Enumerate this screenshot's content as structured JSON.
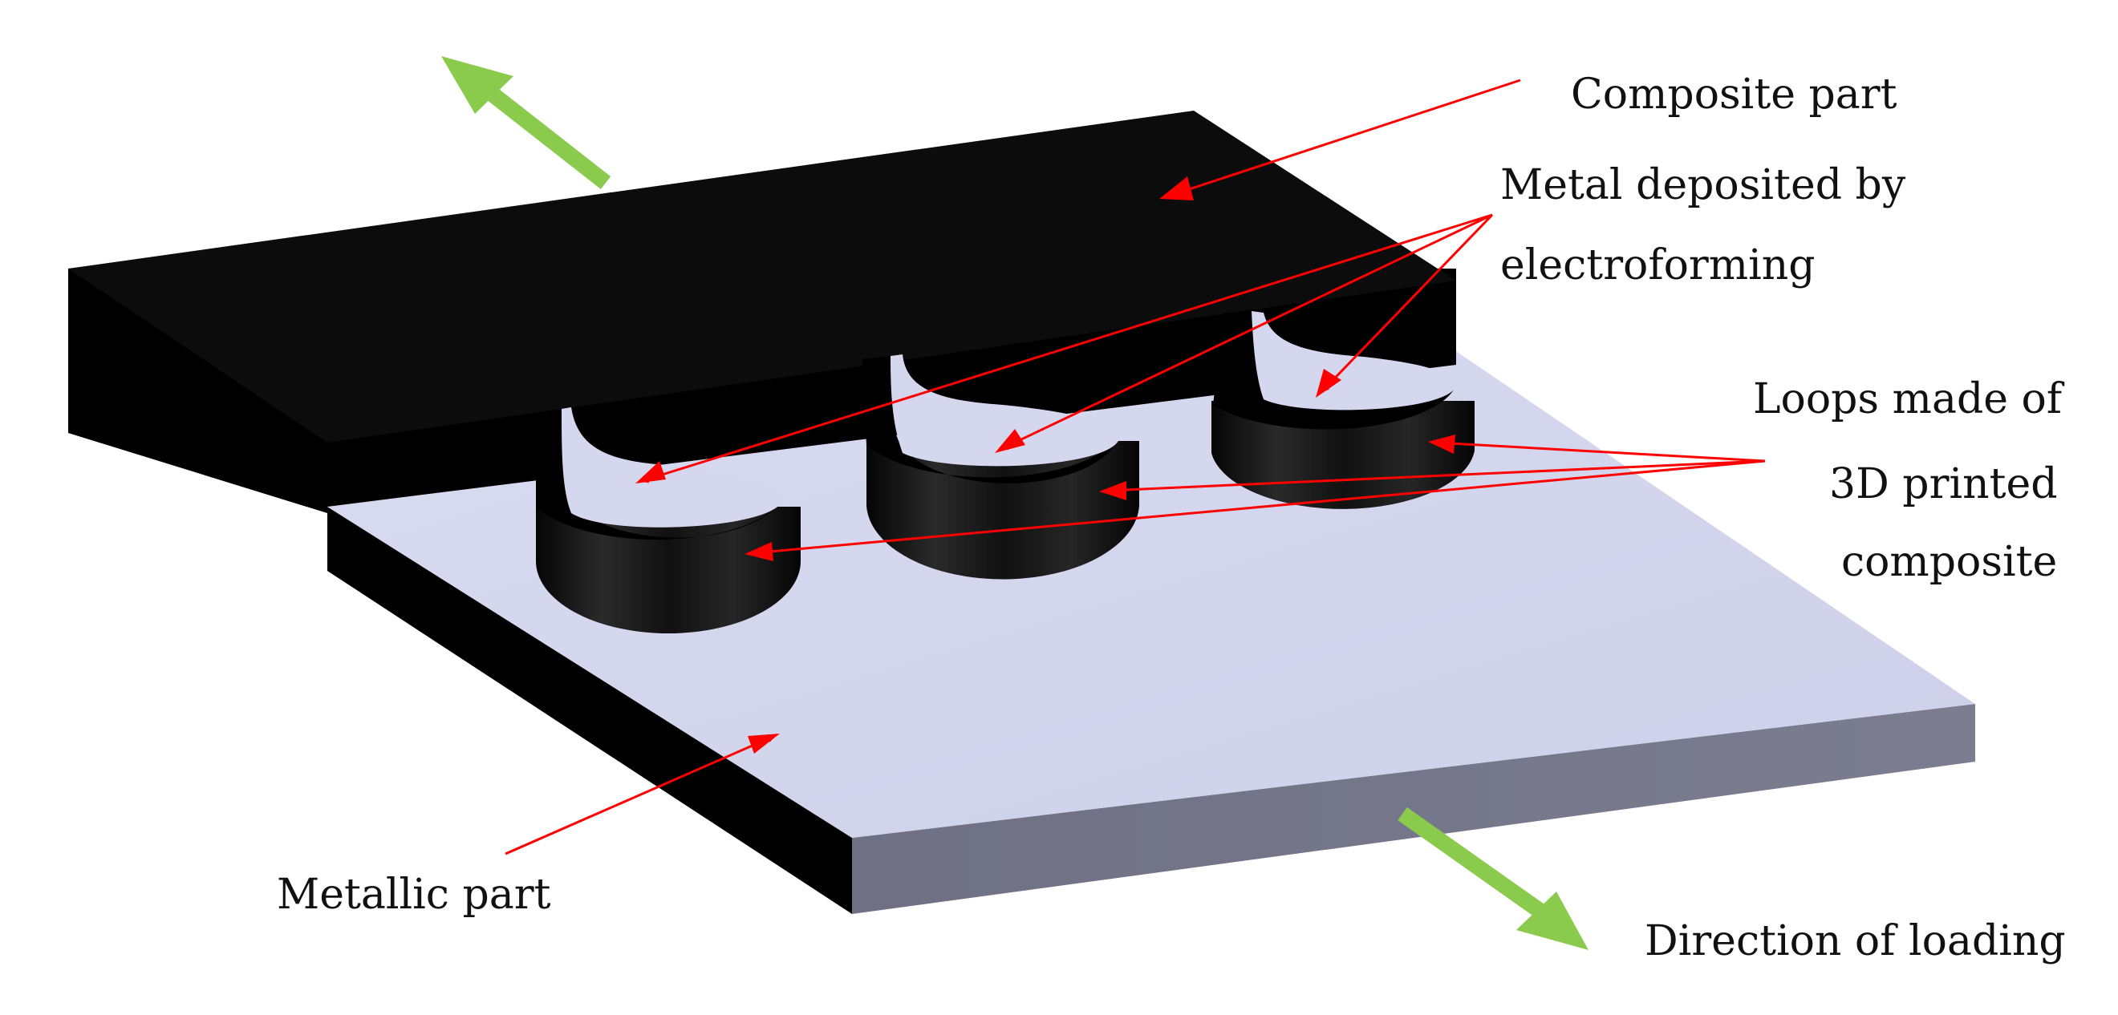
{
  "labels": {
    "composite_part": "Composite part",
    "metal_deposited_line1": "Metal  deposited  by",
    "metal_deposited_line2": "electroforming",
    "loops_line1": "Loops made of",
    "loops_line2": "3D printed",
    "loops_line3": "composite",
    "metallic_part": "Metallic part",
    "direction": "Direction of loading"
  },
  "colors": {
    "composite_black": "#0b0b0b",
    "metal_top": "#d4d7ee",
    "metal_front_edge": "#737488",
    "annotation_red": "#ff0000",
    "load_arrow_green": "#8acb4e"
  }
}
